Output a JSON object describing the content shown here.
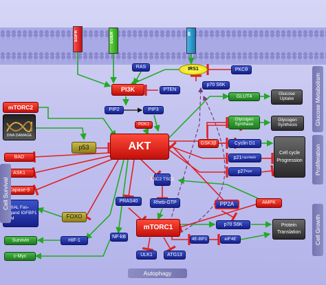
{
  "receptors": {
    "egfr": "EGFR",
    "egfr2": "EGER",
    "ir": "IR"
  },
  "nodes": {
    "irs1": "IRS1",
    "ras": "RAS",
    "pi3k": "PI3K",
    "pten": "PTEN",
    "pkc": "PKCθ",
    "p70_top": "p70 S6K",
    "mtorc2": "mTORC2",
    "pip2": "PIP2",
    "pip3": "PIP3",
    "pdk1": "PDK1",
    "dna_damage": "DNA DAMAGE",
    "p53": "p53",
    "akt": "AKT",
    "glut4": "GLUT4",
    "glucose_uptake": "Glucose Uptake",
    "glycogen_synthase": "Glycogen Synthase",
    "glycogen_synthesis": "Glycogen Synthesis",
    "gsk3b": "GSK3β",
    "cyclin_d1": "Cyclin D1",
    "p21_main": "p21",
    "p21_sup": "Cip1/Waf1",
    "p27_main": "p27",
    "p27_sup": "Kip2",
    "cell_cycle_progression": "Cell cycle Progression",
    "bad": "BAD",
    "ask1": "ASK1",
    "capase9": "Capase-9",
    "trial_group": "TRIAL Fas-Ligand IGFBP1 BIM",
    "foxo": "FOXO",
    "survivin": "Survivin",
    "cmyc": "c-Myc",
    "hif1": "HIF-1",
    "nfkb": "NF-kB",
    "tsc2": "TSC2",
    "tsc1": "TSC1",
    "pras40": "PRAS40",
    "rheb_gtp": "Rheb-GTP",
    "pp2a": "PP2A",
    "ampk": "AMPK",
    "mtorc1": "mTORC1",
    "p70_bottom": "p70 S6K",
    "protein_translation": "Protein Translation",
    "ebp1": "4E-BP1",
    "eif4e": "eIF4E",
    "ulk1": "ULK1",
    "atg13": "ATG13"
  },
  "side_labels": {
    "glucose_metabolism": "Glucose Metabolism",
    "proliferation": "Proliferation",
    "cell_growth": "Cell Growth",
    "cell_survival": "Cell Survival",
    "autophagy": "Autophagy"
  },
  "colors": {
    "activation": "#22aa22",
    "inhibition": "#e02020",
    "indirect": "#7a3a7a",
    "node_blue": "#1e2ea0",
    "node_red": "#d01a10",
    "node_green": "#2a8a2a",
    "membrane": "#a8a8e4"
  }
}
